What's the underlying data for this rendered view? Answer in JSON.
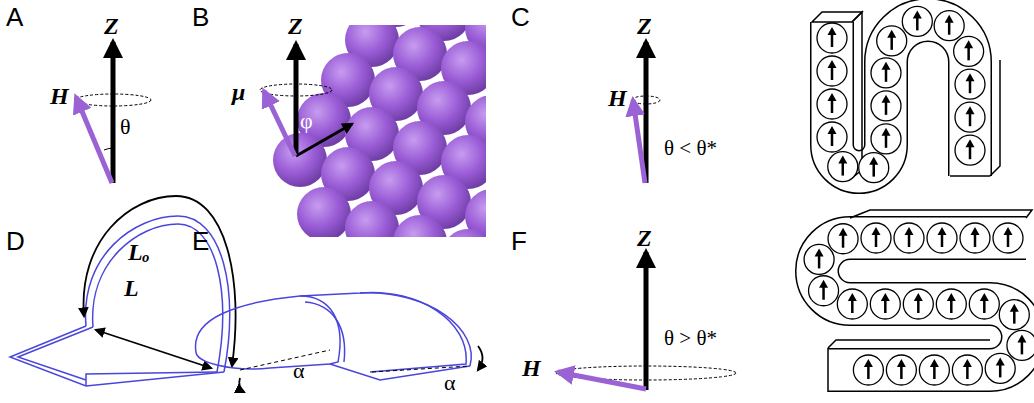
{
  "diagram": {
    "labels": [
      "A",
      "Z",
      "H",
      "θ",
      "B",
      "Z",
      "μ",
      "φ",
      "C",
      "Z",
      "H",
      "θ < θ*",
      "D",
      "Lₒ",
      "L",
      "E",
      "α",
      "α",
      "F",
      "Z",
      "H",
      "θ > θ*"
    ]
  }
}
